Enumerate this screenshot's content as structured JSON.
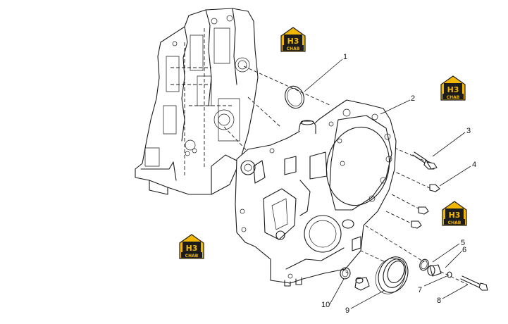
{
  "watermark": {
    "mark": "H3",
    "text": "CHAB",
    "color_gold": "#f2b705",
    "color_dark": "#1c1c1c"
  },
  "callouts": [
    {
      "id": "1",
      "label": "1"
    },
    {
      "id": "2",
      "label": "2"
    },
    {
      "id": "3",
      "label": "3"
    },
    {
      "id": "4",
      "label": "4"
    },
    {
      "id": "5",
      "label": "5"
    },
    {
      "id": "6",
      "label": "6"
    },
    {
      "id": "7",
      "label": "7"
    },
    {
      "id": "8",
      "label": "8"
    },
    {
      "id": "9",
      "label": "9"
    },
    {
      "id": "10",
      "label": "10"
    }
  ]
}
